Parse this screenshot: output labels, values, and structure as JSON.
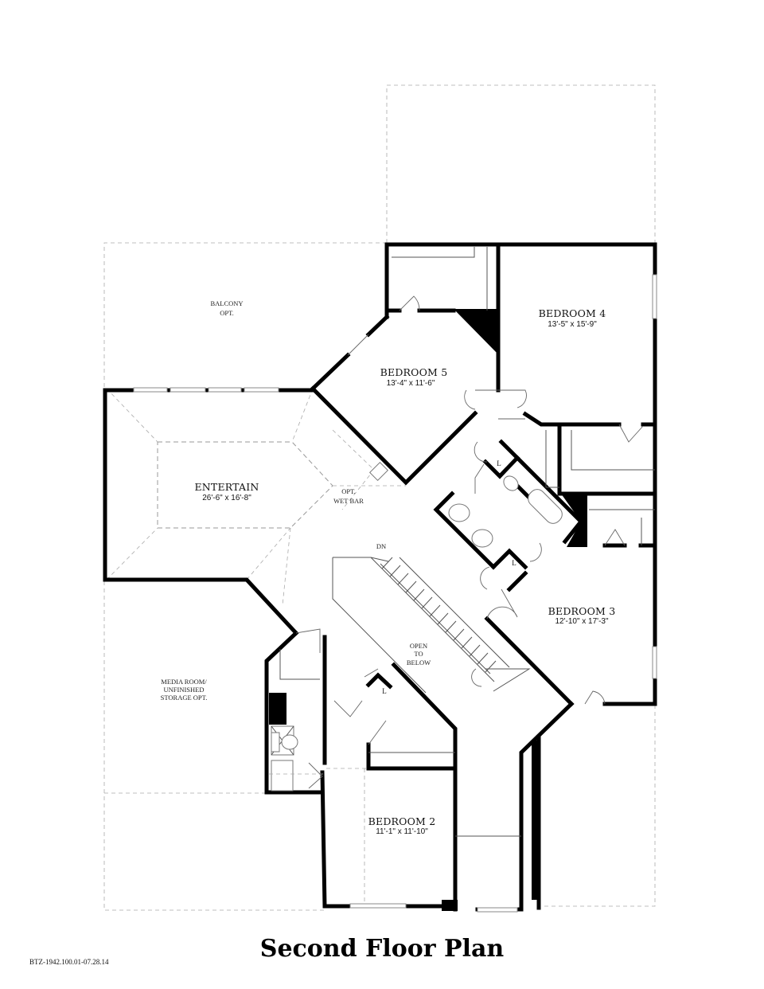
{
  "title": "Second Floor Plan",
  "plan_code": "BTZ-1942.100.01-07.28.14",
  "rooms": {
    "balcony": {
      "name": "BALCONY",
      "note": "OPT."
    },
    "bedroom4": {
      "name": "BEDROOM 4",
      "dims": "13'-5\" x 15'-9\""
    },
    "bedroom5": {
      "name": "BEDROOM 5",
      "dims": "13'-4\" x 11'-6\""
    },
    "entertain": {
      "name": "ENTERTAIN",
      "dims": "26'-6\" x 16'-8\""
    },
    "wet_bar": {
      "line1": "OPT.",
      "line2": "WET BAR"
    },
    "bedroom3": {
      "name": "BEDROOM 3",
      "dims": "12'-10\" x 17'-3\""
    },
    "open_below": {
      "line1": "OPEN",
      "line2": "TO",
      "line3": "BELOW"
    },
    "media_room": {
      "line1": "MEDIA ROOM/",
      "line2": "UNFINISHED",
      "line3": "STORAGE OPT."
    },
    "bedroom2": {
      "name": "BEDROOM 2",
      "dims": "11'-1\" x 11'-10\""
    }
  },
  "stair_label": "DN",
  "closet_labels": [
    "L",
    "L",
    "L"
  ],
  "colors": {
    "wall": "#000000",
    "dashed_outline": "#999999",
    "fixture": "#777777",
    "background": "#ffffff"
  }
}
